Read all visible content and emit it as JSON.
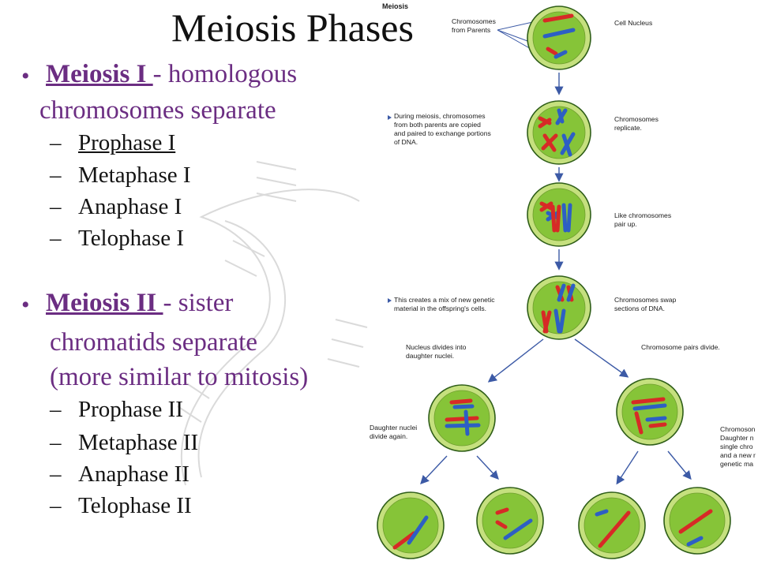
{
  "slide": {
    "title": "Meiosis Phases",
    "bullet_glyph": "•",
    "dash_glyph": "–",
    "meiosis1": {
      "heading": "Meiosis I ",
      "heading_rest": "- homologous",
      "continuation": [
        "chromosomes separate"
      ],
      "phases": [
        "Prophase I",
        "Metaphase I",
        "Anaphase I",
        "Telophase I"
      ]
    },
    "meiosis2": {
      "heading": "Meiosis II ",
      "heading_rest": "- sister",
      "continuation": [
        "chromatids separate",
        "(more similar to mitosis)"
      ],
      "phases": [
        "Prophase II",
        "Metaphase II",
        "Anaphase II",
        "Telophase II"
      ]
    }
  },
  "diagram": {
    "title": "Meiosis",
    "labels": {
      "from_parents": [
        "Chromosomes",
        "from Parents"
      ],
      "cell_nucleus": "Cell Nucleus",
      "copied": [
        "During meiosis, chromosomes",
        "from both parents are copied",
        "and paired to exchange portions",
        "of DNA."
      ],
      "replicate": [
        "Chromosomes",
        "replicate."
      ],
      "pair_up": [
        "Like chromosomes",
        "pair up."
      ],
      "mix": "This creates a mix of new genetic",
      "mix2": "material in the offspring's cells.",
      "swap": [
        "Chromosomes swap",
        "sections of DNA."
      ],
      "nucleus_divides": [
        "Nucleus divides into",
        "daughter nuclei."
      ],
      "pairs_divide": "Chromosome pairs divide.",
      "divide_again": [
        "Daughter nuclei",
        "divide again."
      ],
      "cut_off": [
        "Chromoson",
        "Daughter n",
        "single chro",
        "and a new r",
        "genetic ma"
      ]
    },
    "colors": {
      "cell_fill": "#86c438",
      "cell_ring": "#c5e07e",
      "cell_edge": "#2f5e18",
      "red": "#d72a26",
      "blue": "#2d5fc4",
      "arrow": "#3c5aa6"
    }
  }
}
